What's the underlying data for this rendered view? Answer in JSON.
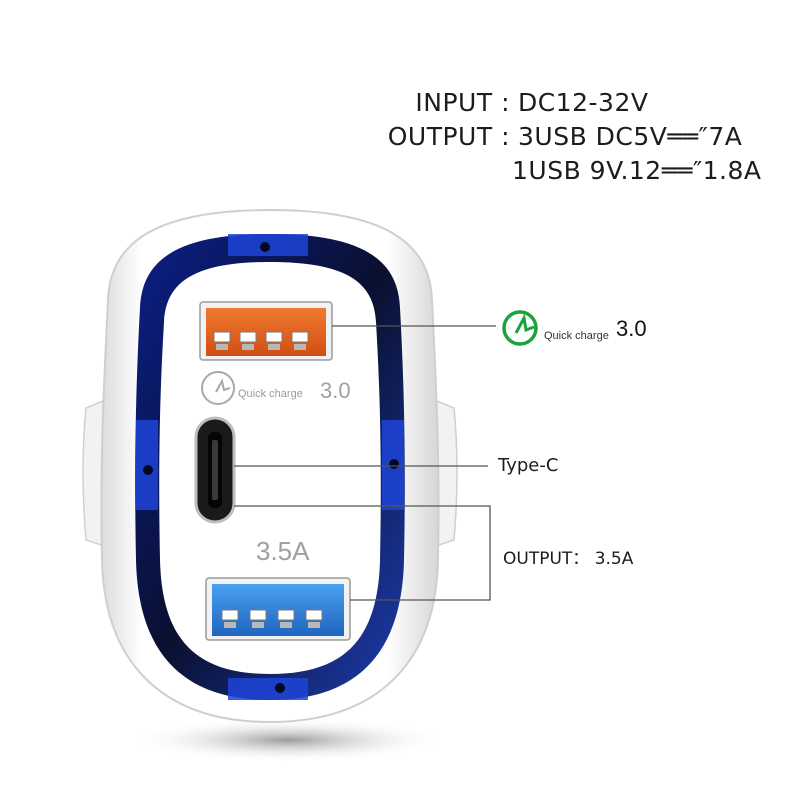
{
  "specs": {
    "input_label": "INPUT :",
    "input_value": "DC12-32V",
    "output_label": "OUTPUT :",
    "output_value_1": "3USB DC5V══″7A",
    "output_value_2": "1USB 9V.12══″1.8A"
  },
  "port_labels": {
    "qc_logo_text": "Quick charge",
    "qc_version": "3.0",
    "port_current": "3.5A"
  },
  "callouts": {
    "qc_text": "Quick charge",
    "qc_version": "3.0",
    "typec": "Type-C",
    "output": "OUTPUT： 3.5A"
  },
  "colors": {
    "charger_body": "#f4f4f4",
    "ring": "#1c3a9e",
    "ring_dark": "#0a1230",
    "qc_port": "#e8601c",
    "usb_port": "#2e7fd6",
    "qc_logo_green": "#1aa33a",
    "typec_slot": "#111111"
  }
}
